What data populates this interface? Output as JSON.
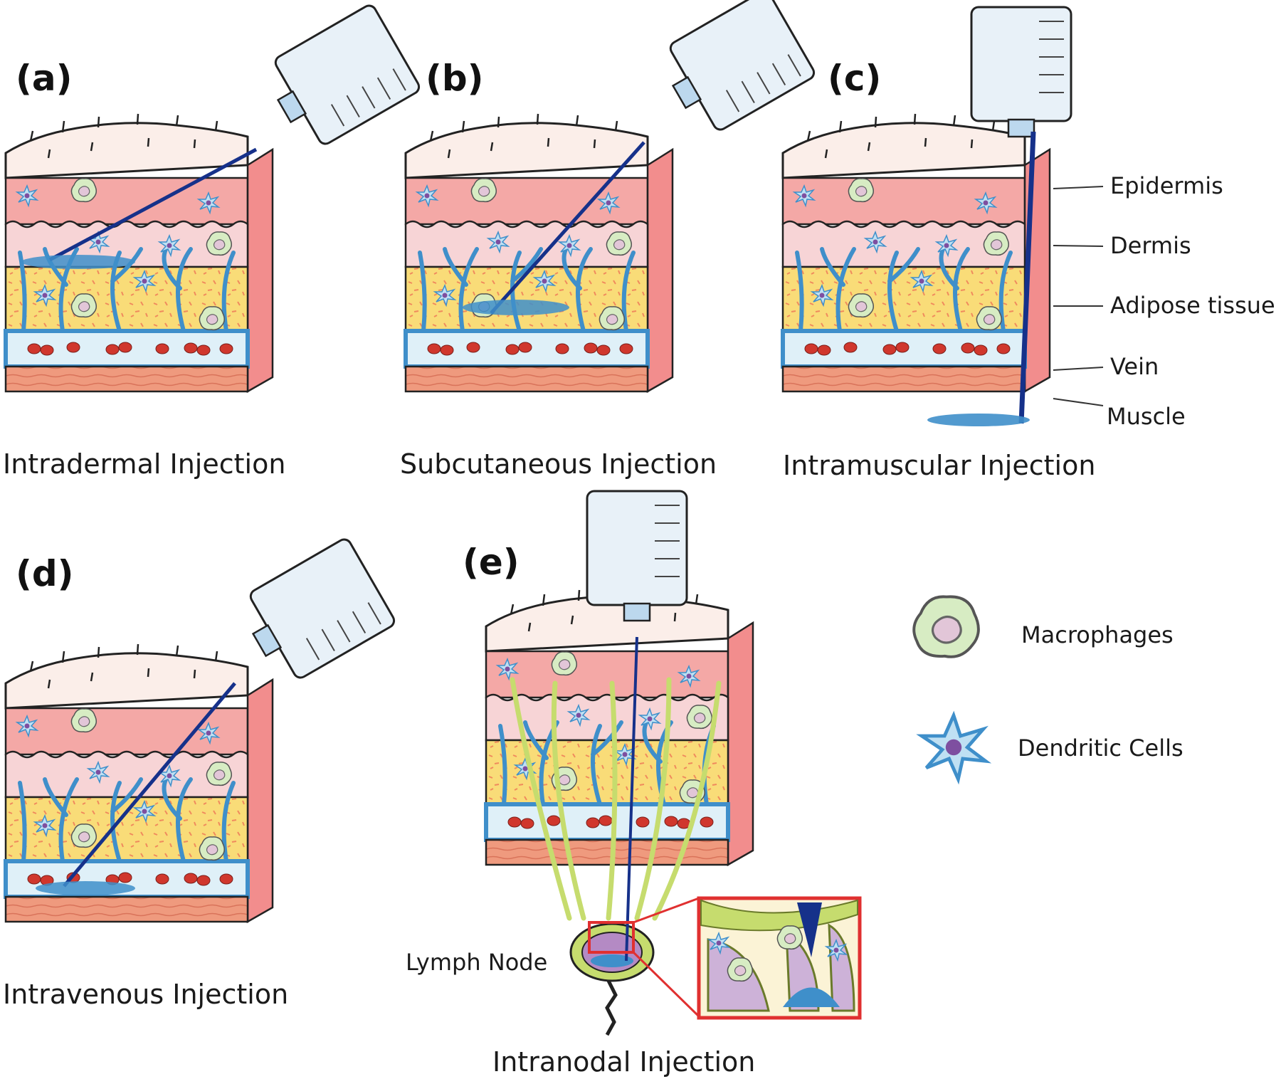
{
  "panels": [
    {
      "id": "a",
      "letter": "(a)",
      "caption": "Intradermal Injection"
    },
    {
      "id": "b",
      "letter": "(b)",
      "caption": "Subcutaneous Injection"
    },
    {
      "id": "c",
      "letter": "(c)",
      "caption": "Intramuscular Injection"
    },
    {
      "id": "d",
      "letter": "(d)",
      "caption": "Intravenous Injection"
    },
    {
      "id": "e",
      "letter": "(e)",
      "caption": "Intranodal Injection"
    }
  ],
  "layer_labels": {
    "epidermis": "Epidermis",
    "dermis": "Dermis",
    "adipose": "Adipose tissue",
    "vein": "Vein",
    "muscle": "Muscle"
  },
  "lymph_node_label": "Lymph Node",
  "legend": {
    "macrophages": "Macrophages",
    "dendritic_cells": "Dendritic Cells"
  },
  "colors": {
    "skin_top": "#fbeee9",
    "epidermis": "#f4a8a6",
    "dermis": "#f7d4d6",
    "adipose": "#f9dc78",
    "vein": "#dff0f8",
    "muscle": "#ef9a7e",
    "vessel": "#3f8fca",
    "needle": "#16318a",
    "lymph": "#c6dc6e",
    "highlight_box": "#e03030"
  }
}
